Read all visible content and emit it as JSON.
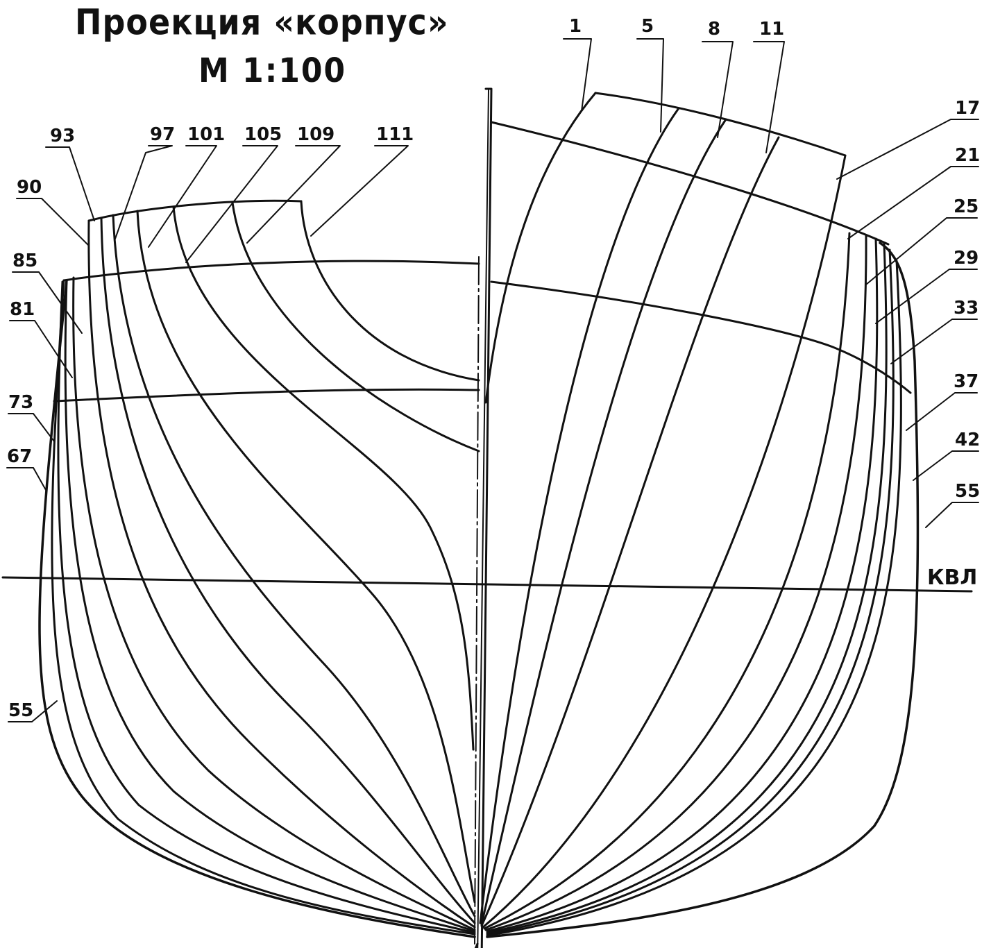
{
  "title": "Проекция «корпус»",
  "scale": "М 1:100",
  "waterline_label": "КВЛ",
  "ink_color": "#111111",
  "paper_color": "#ffffff",
  "left_side_stations": [
    "93",
    "97",
    "101",
    "105",
    "109",
    "111",
    "90",
    "85",
    "81",
    "73",
    "67",
    "55"
  ],
  "right_side_stations": [
    "1",
    "5",
    "8",
    "11",
    "17",
    "21",
    "25",
    "29",
    "33",
    "37",
    "42",
    "55"
  ]
}
